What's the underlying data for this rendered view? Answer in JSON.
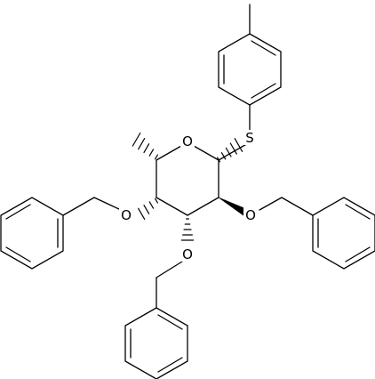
{
  "atom_labels": {
    "ring_oxygen": "O",
    "sulfur": "S",
    "oxygen_c2": "O",
    "oxygen_c3": "O",
    "oxygen_c4": "O"
  }
}
